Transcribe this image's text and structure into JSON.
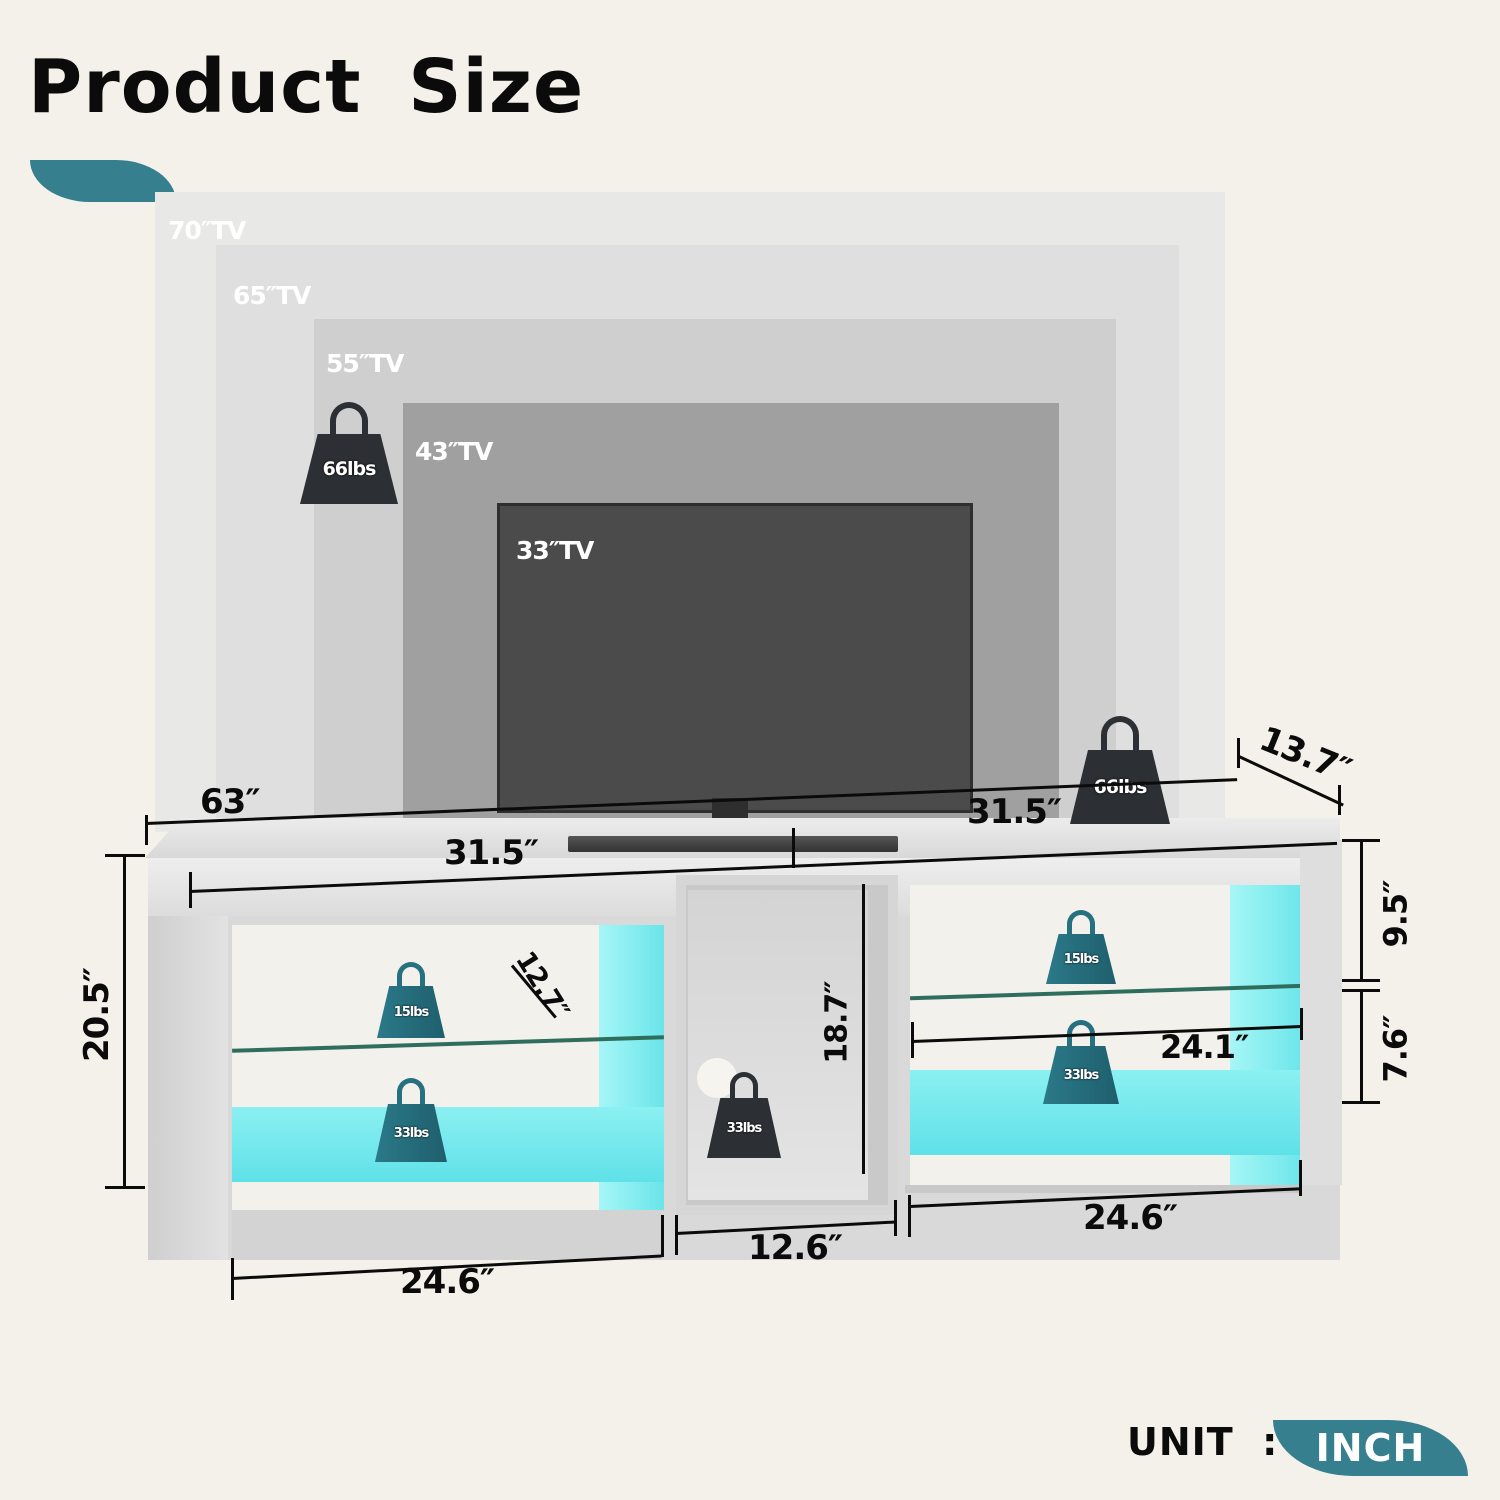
{
  "header": {
    "title": "Product Size",
    "accent_color": "#367f8f"
  },
  "tv_sizes": [
    {
      "label": "70″TV",
      "color": "#e8e8e7"
    },
    {
      "label": "65″TV",
      "color": "#dfdfdf"
    },
    {
      "label": "55″TV",
      "color": "#cfcfcf"
    },
    {
      "label": "43″TV",
      "color": "#a0a0a0"
    },
    {
      "label": "33″TV",
      "color": "#4b4b4b"
    }
  ],
  "dimensions": {
    "overall_width": "63″",
    "top_left_half": "31.5″",
    "top_right_half": "31.5″",
    "depth": "13.7″",
    "overall_height": "20.5″",
    "left_shelf_depth": "12.7″",
    "middle_height": "18.7″",
    "right_upper_height": "9.5″",
    "right_lower_height": "7.6″",
    "right_shelf_width": "24.1″",
    "bottom_left_width": "24.6″",
    "bottom_middle_width": "12.6″",
    "bottom_right_width": "24.6″"
  },
  "weights": {
    "top_left": "66lbs",
    "top_right": "66lbs",
    "left_upper_shelf": "15lbs",
    "left_lower_shelf": "33lbs",
    "middle": "33lbs",
    "right_upper_shelf": "15lbs",
    "right_lower_shelf": "33lbs"
  },
  "colors": {
    "background": "#f4f1ea",
    "led_glow": "#6ae5ea",
    "weight_dark": "#2c2f33",
    "weight_teal": "#27707f"
  },
  "unit": {
    "label": "UNIT  :",
    "value": "INCH"
  }
}
